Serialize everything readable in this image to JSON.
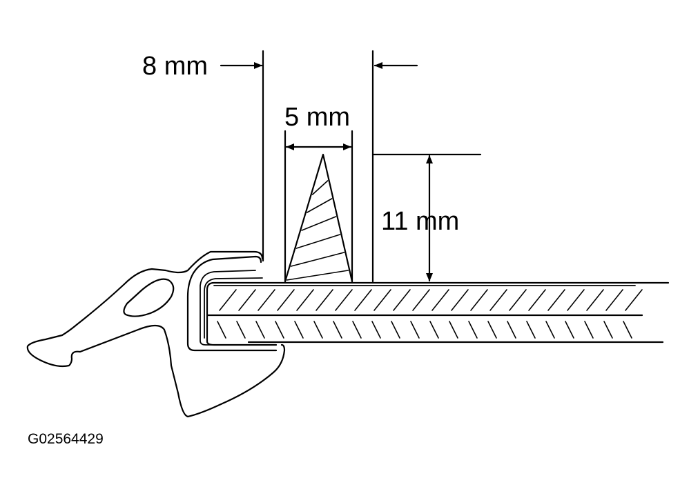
{
  "labels": {
    "dim_8": "8 mm",
    "dim_5": "5 mm",
    "dim_11": "11 mm",
    "figure_id": "G02564429"
  }
}
